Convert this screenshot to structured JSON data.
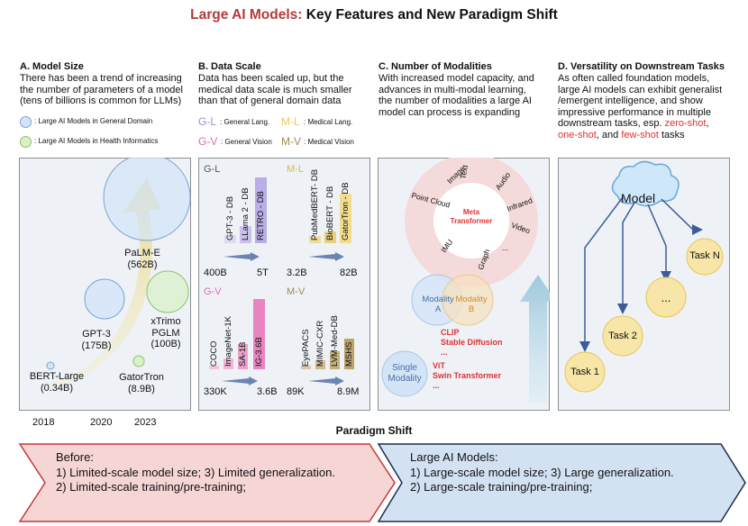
{
  "title": {
    "highlight": "Large AI Models:",
    "rest": " Key Features and New Paradigm Shift"
  },
  "colors": {
    "title_red": "#b33a3a",
    "accent_red": "#dd3333",
    "purple": "#9a8fd0",
    "yellow": "#e8c860",
    "pink": "#e06bb0",
    "olive": "#a08a50"
  },
  "section_a": {
    "head": "A. Model Size",
    "desc": [
      "There has been a trend of increasing",
      "the number of parameters of a model",
      "(tens of billions is common for LLMs)"
    ],
    "legend_general": ": Large AI Models in General Domain",
    "legend_health": ": Large AI Models in Health Informatics",
    "models": [
      {
        "name": "BERT-Large",
        "size": "(0.34B)"
      },
      {
        "name": "GPT-3",
        "size": "(175B)"
      },
      {
        "name": "GatorTron",
        "size": "(8.9B)"
      },
      {
        "name": "PaLM-E",
        "size": "(562B)"
      },
      {
        "name": "xTrimo",
        "size": "PGLM",
        "extra": "(100B)"
      }
    ],
    "years": [
      "2018",
      "2020",
      "2023"
    ]
  },
  "section_b": {
    "head": "B. Data Scale",
    "desc": [
      "Data has been scaled up, but the",
      "medical data scale is much smaller",
      "than that of general domain data"
    ],
    "legend": [
      {
        "code": "G-L",
        "label": ": General Lang."
      },
      {
        "code": "M-L",
        "label": ": Medical Lang."
      },
      {
        "code": "G-V",
        "label": ": General Vision"
      },
      {
        "code": "M-V",
        "label": ": Medical Vision"
      }
    ],
    "gl": {
      "code": "G-L",
      "bars": [
        "GPT-3 - DB",
        "LLama 2 - DB",
        "RETRO - DB"
      ],
      "from": "400B",
      "to": "5T"
    },
    "ml": {
      "code": "M-L",
      "bars": [
        "PubMedBERT- DB",
        "BioBERT - DB",
        "GatorTron - DB"
      ],
      "from": "3.2B",
      "to": "82B"
    },
    "gv": {
      "code": "G-V",
      "bars": [
        "COCO",
        "ImageNet-1K",
        "SA-1B",
        "IG-3.6B"
      ],
      "from": "330K",
      "to": "3.6B"
    },
    "mv": {
      "code": "M-V",
      "bars": [
        "EyePACS",
        "MIMIC-CXR",
        "LVM-Med-DB",
        "MSHS"
      ],
      "from": "89K",
      "to": "8.9M"
    }
  },
  "section_c": {
    "head": "C. Number of Modalities",
    "desc": [
      "With increased model capacity, and",
      "advances in multi-modal learning,",
      "the number of modalities a large AI",
      "model can process is expanding"
    ],
    "ring": [
      "Text",
      "Audio",
      "Infrared",
      "Video",
      "...",
      "Graph",
      "IMU",
      "Point Cloud",
      "Image"
    ],
    "center": [
      "Meta",
      "Transformer"
    ],
    "venn_a": [
      "Modality",
      "A"
    ],
    "venn_b": [
      "Modality",
      "B"
    ],
    "multi_models": [
      "CLIP",
      "Stable Diffusion",
      "..."
    ],
    "single": [
      "Single",
      "Modality"
    ],
    "single_models": [
      "ViT",
      "Swin Transformer",
      "..."
    ]
  },
  "section_d": {
    "head": "D. Versatility on Downstream Tasks",
    "desc_lines": [
      "As often called foundation models,",
      "large AI models can exhibit generalist",
      "/emergent intelligence, and show",
      "impressive performance in multiple",
      "downstream tasks, esp. "
    ],
    "zero_shot": "zero-shot",
    "comma": ",",
    "one_shot": "one-shot",
    "and": ", and ",
    "few_shot": "few-shot",
    "tasks_word": " tasks",
    "model_label": "Model",
    "tasks": [
      "Task 1",
      "Task 2",
      "...",
      "Task N"
    ]
  },
  "paradigm": {
    "label": "Paradigm Shift",
    "before_title": "Before:",
    "before_lines": [
      "1) Limited-scale model size; 3) Limited generalization.",
      "2) Limited-scale training/pre-training;"
    ],
    "after_title": "Large AI Models:",
    "after_lines": [
      "1) Large-scale model size; 3) Large generalization.",
      "2) Large-scale training/pre-training;"
    ]
  }
}
